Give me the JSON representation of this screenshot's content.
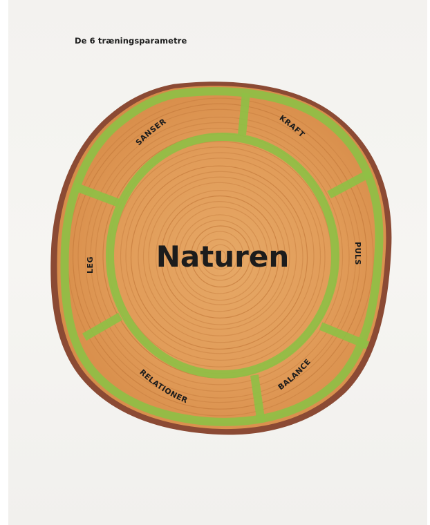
{
  "heading": "De 6 træningsparametre",
  "center_label": "Naturen",
  "segments": [
    {
      "label": "SANSER"
    },
    {
      "label": "KRAFT"
    },
    {
      "label": "PULS"
    },
    {
      "label": "BALANCE"
    },
    {
      "label": "RELATIONER"
    },
    {
      "label": "LEG"
    }
  ],
  "colors": {
    "wood": "#e3a15e",
    "wood_dark": "#c9823f",
    "bark": "#8b4a34",
    "green_band": "#8fbf45",
    "text": "#1c1c1c",
    "paper": "#f3f2ef"
  }
}
